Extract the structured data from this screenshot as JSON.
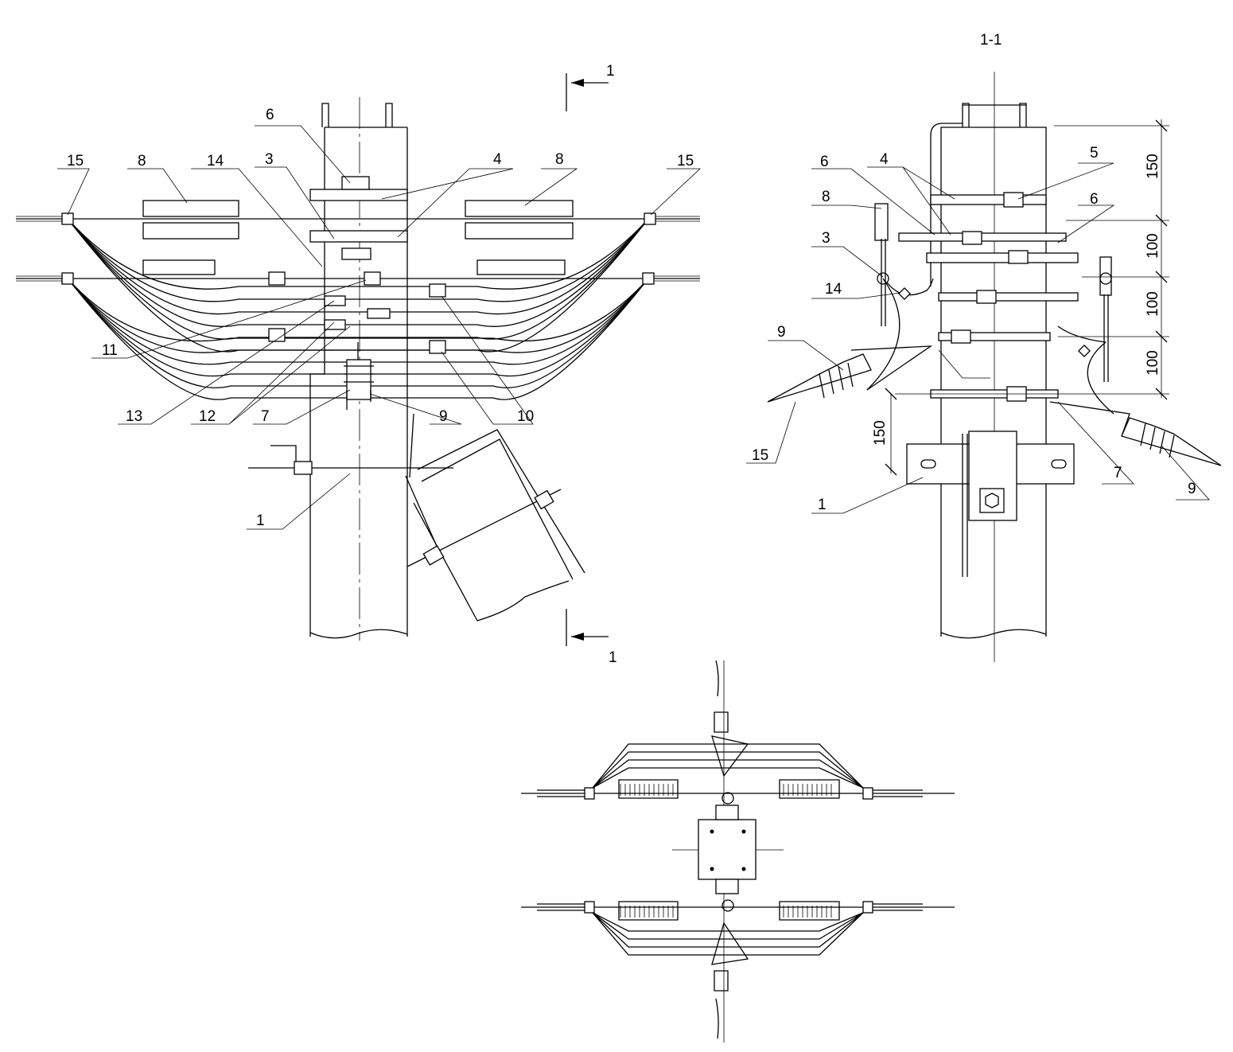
{
  "front_view": {
    "section_mark_top": "1",
    "section_mark_bottom": "1",
    "callouts": {
      "c6": "6",
      "c15_left": "15",
      "c8_left": "8",
      "c14": "14",
      "c3": "3",
      "c4": "4",
      "c8_right": "8",
      "c15_right": "15",
      "c11": "11",
      "c13": "13",
      "c12": "12",
      "c7": "7",
      "c9": "9",
      "c10": "10",
      "c1": "1"
    }
  },
  "section_view": {
    "title": "1-1",
    "callouts": {
      "c4": "4",
      "c5": "5",
      "c6_left": "6",
      "c8": "8",
      "c6_right": "6",
      "c3": "3",
      "c14": "14",
      "c9_left": "9",
      "c15": "15",
      "c1": "1",
      "c7": "7",
      "c9_right": "9"
    },
    "dimensions": {
      "d1": "150",
      "d2": "100",
      "d3": "100",
      "d4": "100",
      "d5": "150"
    }
  }
}
